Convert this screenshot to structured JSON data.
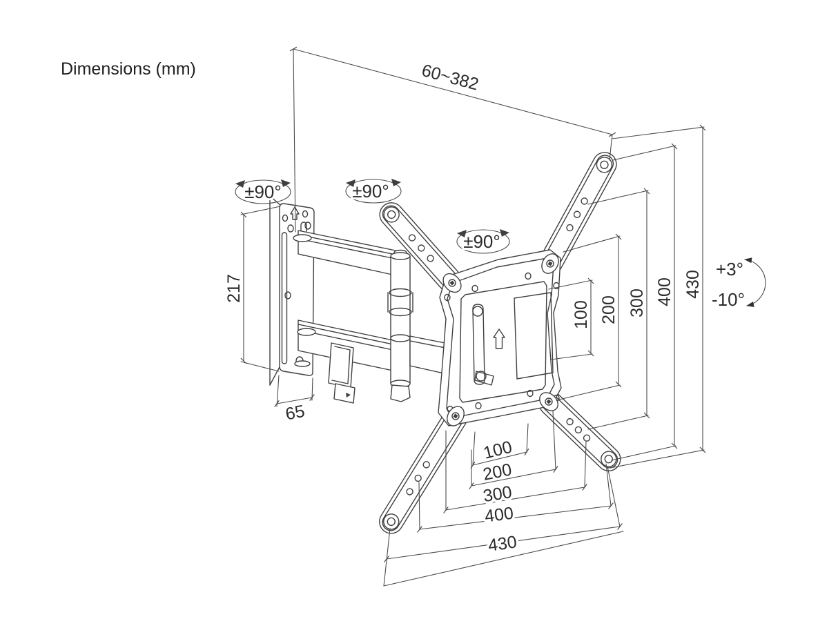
{
  "title": "Dimensions (mm)",
  "colors": {
    "line": "#3f3f3f",
    "dimension_line": "#4a4a4a",
    "text": "#2b2b2b",
    "background": "#ffffff"
  },
  "annotations": {
    "arm_extension_range": "60~382",
    "swivel_range": "±90°",
    "tilt_up": "+3°",
    "tilt_down": "-10°",
    "wall_plate_height": "217",
    "wall_plate_width": "65"
  },
  "vesa": {
    "vertical_mm": [
      "100",
      "200",
      "300",
      "400",
      "430"
    ],
    "horizontal_mm": [
      "100",
      "200",
      "300",
      "400",
      "430"
    ]
  }
}
